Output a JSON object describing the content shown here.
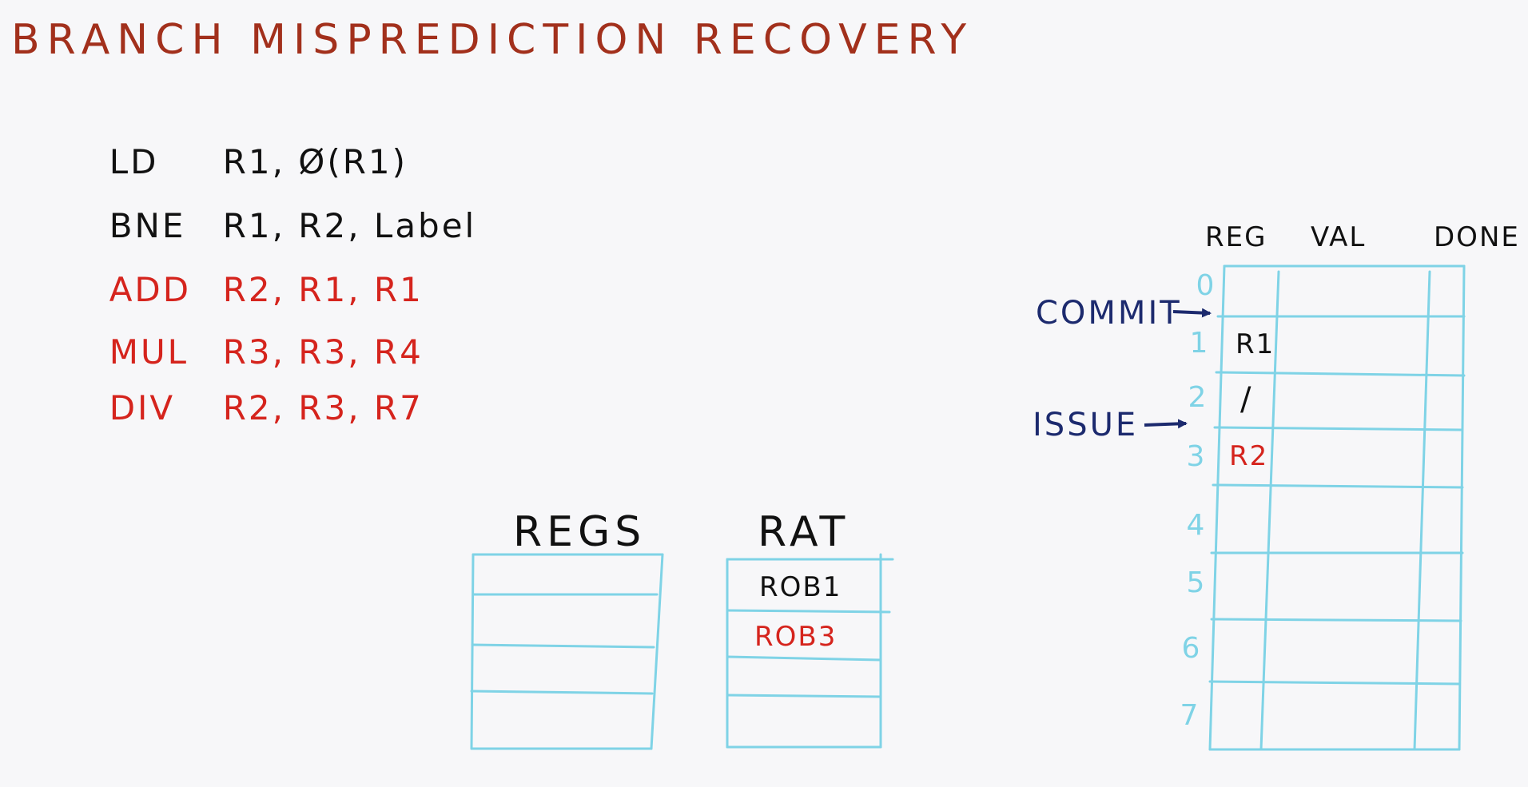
{
  "title": "BRANCH MISPREDICTION RECOVERY",
  "colors": {
    "title": "#a2301c",
    "committed_text": "#111111",
    "speculative_text": "#d5241d",
    "pointer_text": "#1c2a6e",
    "table_lines": "#7fd3e6"
  },
  "instructions": [
    {
      "op": "LD",
      "args": "R1, Ø(R1)",
      "color": "black"
    },
    {
      "op": "BNE",
      "args": "R1, R2, Label",
      "color": "black"
    },
    {
      "op": "ADD",
      "args": "R2, R1, R1",
      "color": "red"
    },
    {
      "op": "MUL",
      "args": "R3, R3, R4",
      "color": "red"
    },
    {
      "op": "DIV",
      "args": "R2, R3, R7",
      "color": "red"
    }
  ],
  "regs": {
    "title": "REGS"
  },
  "rat": {
    "title": "RAT",
    "entries": [
      {
        "text": "ROB1",
        "color": "black"
      },
      {
        "text": "ROB3",
        "color": "red"
      }
    ]
  },
  "rob": {
    "headers": [
      "REG",
      "VAL",
      "DONE"
    ],
    "indices": [
      "0",
      "1",
      "2",
      "3",
      "4",
      "5",
      "6",
      "7"
    ],
    "entries": [
      {
        "index": "1",
        "reg": "R1",
        "color": "black"
      },
      {
        "index": "2",
        "reg": "/",
        "color": "black"
      },
      {
        "index": "3",
        "reg": "R2",
        "color": "red"
      }
    ],
    "commit_label": "COMMIT",
    "issue_label": "ISSUE"
  }
}
